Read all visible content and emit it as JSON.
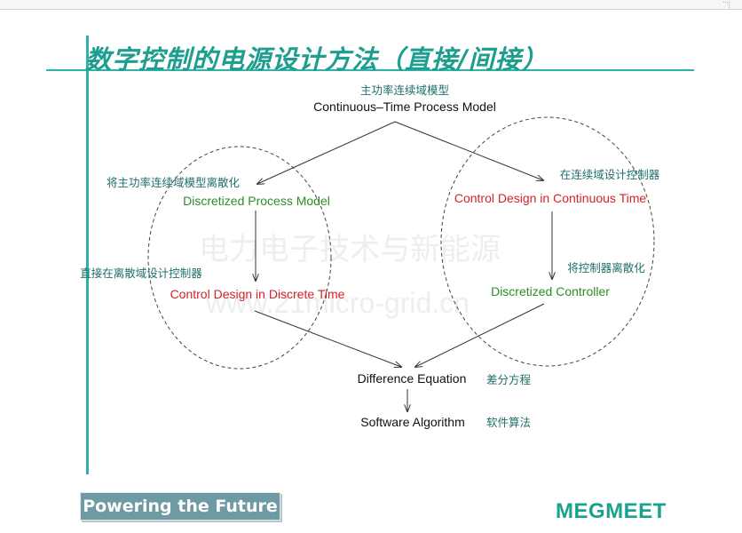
{
  "slide": {
    "title": "数字控制的电源设计方法（直接/间接）",
    "footer_badge": "Powering the Future",
    "logo": "MEGMEET",
    "watermark_line1": "电力电子技术与新能源",
    "watermark_line2": "www.21micro-grid.cn"
  },
  "diagram": {
    "top_zh": "主功率连续域模型",
    "top_en": "Continuous–Time Process Model",
    "left_branch_zh": "将主功率连续域模型离散化",
    "discretized_process": "Discretized Process Model",
    "left_direct_zh": "直接在离散域设计控制器",
    "control_discrete": "Control Design in Discrete Time",
    "right_branch_zh": "在连续域设计控制器",
    "control_continuous": "Control Design in Continuous Time",
    "right_discretize_zh": "将控制器离散化",
    "discretized_controller": "Discretized Controller",
    "difference_en": "Difference Equation",
    "difference_zh": "差分方程",
    "software_en": "Software Algorithm",
    "software_zh": "软件算法"
  },
  "colors": {
    "accent": "#2eb3a6",
    "title": "#1d9e8e",
    "green_text": "#2b8f24",
    "red_text": "#d2232a",
    "zh_label": "#1f6f6b",
    "badge_bg": "#6e9aa3",
    "logo": "#1aa28f"
  }
}
